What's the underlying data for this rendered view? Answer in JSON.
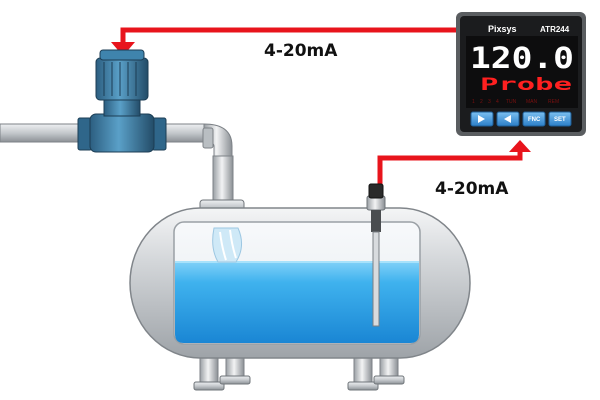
{
  "signals": {
    "output_label": "4-20mA",
    "input_label": "4-20mA"
  },
  "controller": {
    "brand": "Pixsys",
    "model": "ATR244",
    "process_value": "120.0",
    "set_value": "Probe",
    "indicators": [
      "1",
      "2",
      "3",
      "4",
      "TUN",
      "MAN",
      "REM"
    ],
    "buttons": [
      {
        "label": "",
        "icon": "up-arrow-icon"
      },
      {
        "label": "",
        "icon": "down-arrow-icon"
      },
      {
        "label": "FNC"
      },
      {
        "label": "SET"
      }
    ]
  },
  "colors": {
    "signal_wire": "#e8141c",
    "pump_blue": "#3c7ea6",
    "water": "#2aa3e6",
    "tank_steel": "#c8ccd0"
  }
}
